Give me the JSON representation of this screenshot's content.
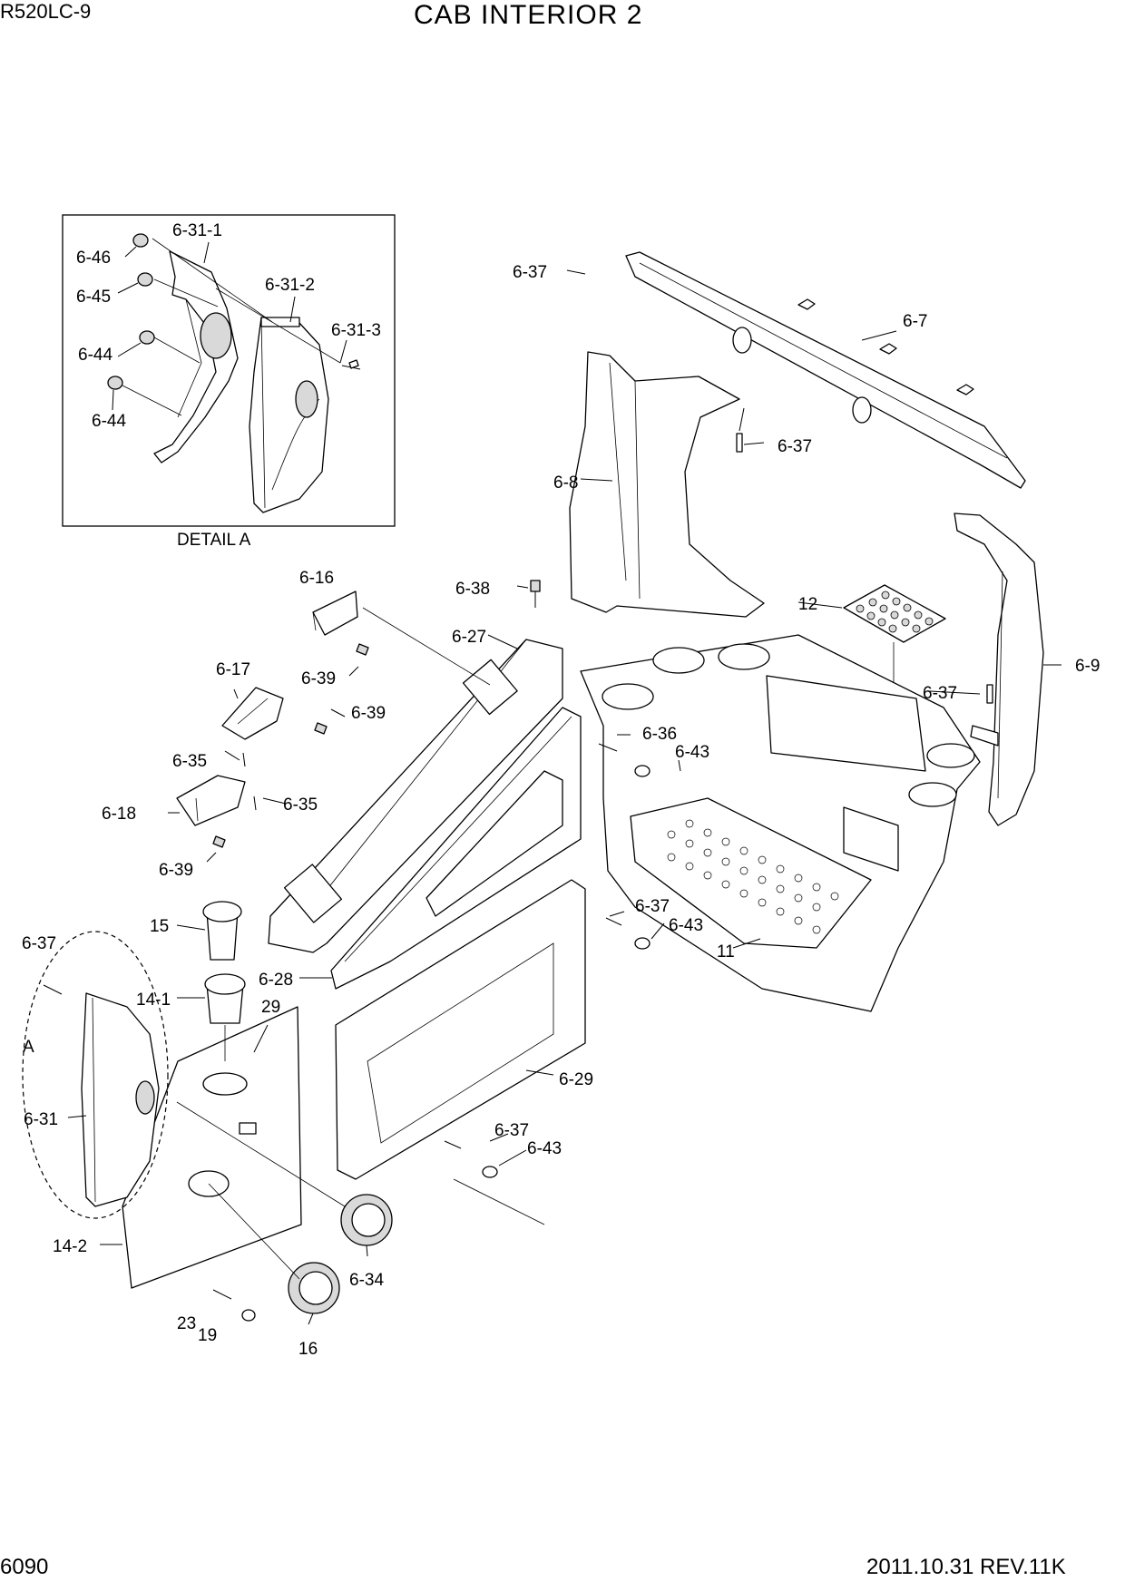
{
  "header": {
    "model": "R520LC-9",
    "title": "CAB INTERIOR 2"
  },
  "footer": {
    "page_number": "6090",
    "revision": "2011.10.31  REV.11K"
  },
  "detail": {
    "caption": "DETAIL A",
    "marker": "A"
  },
  "callouts": [
    "6-46",
    "6-31-1",
    "6-45",
    "6-31-2",
    "6-31-3",
    "6-44",
    "6-44",
    "6-37",
    "6-7",
    "6-37",
    "6-8",
    "6-16",
    "6-38",
    "6-27",
    "12",
    "6-9",
    "6-39",
    "6-17",
    "6-39",
    "6-37",
    "6-36",
    "6-43",
    "6-35",
    "6-35",
    "6-18",
    "6-39",
    "6-37",
    "6-43",
    "11",
    "15",
    "6-37",
    "6-28",
    "14-1",
    "29",
    "6-29",
    "6-31",
    "6-37",
    "6-43",
    "14-2",
    "6-34",
    "23",
    "19",
    "16"
  ]
}
